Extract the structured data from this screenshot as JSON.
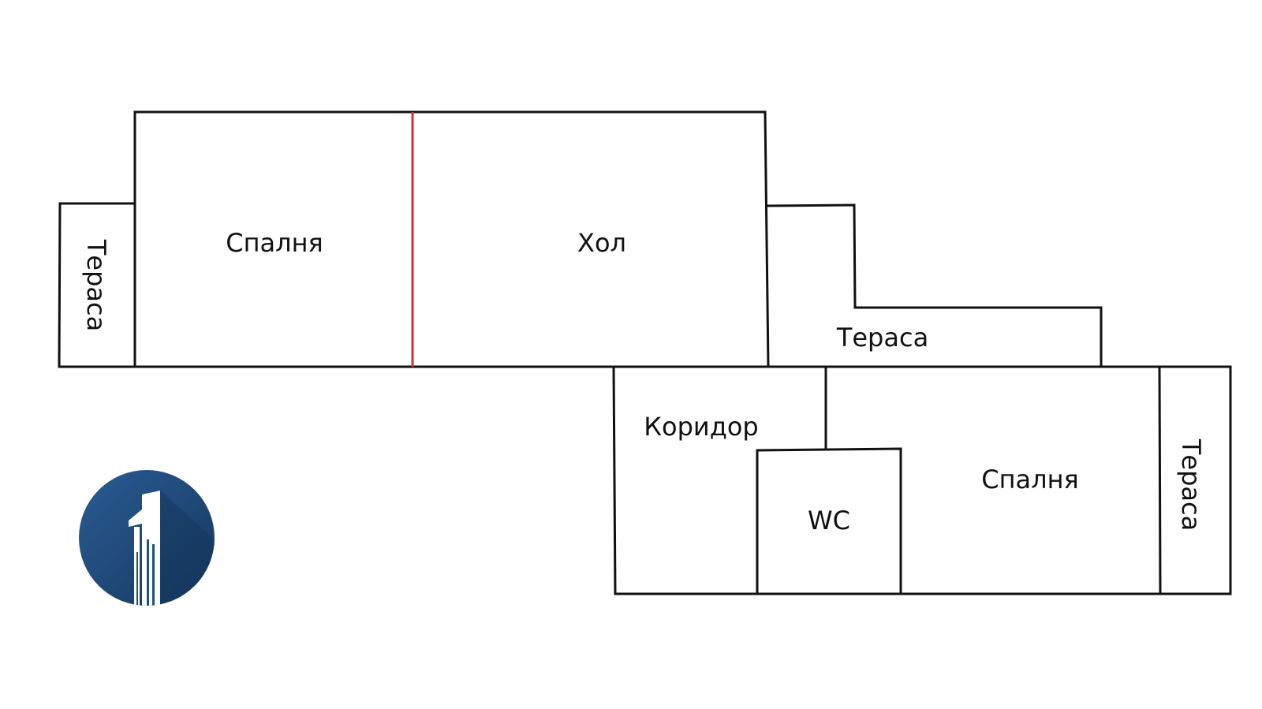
{
  "rooms": {
    "terrace_left": "Тераса",
    "bedroom_top": "Спалня",
    "hall": "Хол",
    "terrace_mid": "Тераса",
    "corridor": "Коридор",
    "wc": "WC",
    "bedroom_bottom": "Спалня",
    "terrace_right": "Тераса"
  },
  "colors": {
    "wall": "#111111",
    "divider": "#d32f2f",
    "logo_circle": "#1f4f85",
    "logo_circle_dark": "#163a66",
    "logo_mark": "#ffffff"
  },
  "logo": {
    "icon": "building-one-logo-icon"
  }
}
